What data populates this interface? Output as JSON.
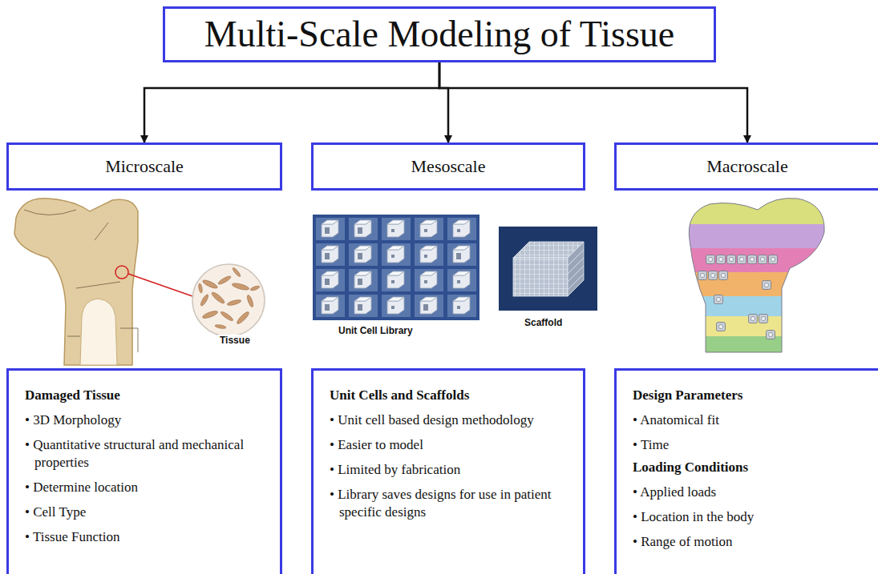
{
  "diagram": {
    "title": "Multi-Scale Modeling of Tissue",
    "nodes": [
      {
        "text": [
          "Multi-Scale Modeling of Tissue"
        ]
      },
      {
        "text": [
          "Microscale"
        ]
      },
      {
        "text": [
          "Mesoscale"
        ]
      },
      {
        "text": [
          "Macroscale"
        ]
      },
      {
        "text": [
          "Damaged Tissue",
          "• 3D Morphology",
          "• Quantitative structural and mechanical properties",
          "• Determine location",
          "• Cell Type",
          "• Tissue Function"
        ]
      },
      {
        "text": [
          "Unit Cells and Scaffolds",
          "• Unit cell based design methodology",
          "• Easier to model",
          "• Limited by fabrication",
          "• Library saves designs for use in patient specific designs"
        ]
      },
      {
        "text": [
          "Design Parameters",
          "• Anatomical fit",
          "• Time",
          "Loading Conditions",
          "• Applied loads",
          "• Location in the body",
          "• Range of motion"
        ]
      }
    ],
    "edges": [
      {
        "from": 0,
        "to": 1,
        "arrow": "to"
      },
      {
        "from": 0,
        "to": 2,
        "arrow": "to"
      },
      {
        "from": 0,
        "to": 3,
        "arrow": "to"
      }
    ],
    "labels": [
      "Tissue",
      "Unit Cell Library",
      "Scaffold"
    ]
  }
}
